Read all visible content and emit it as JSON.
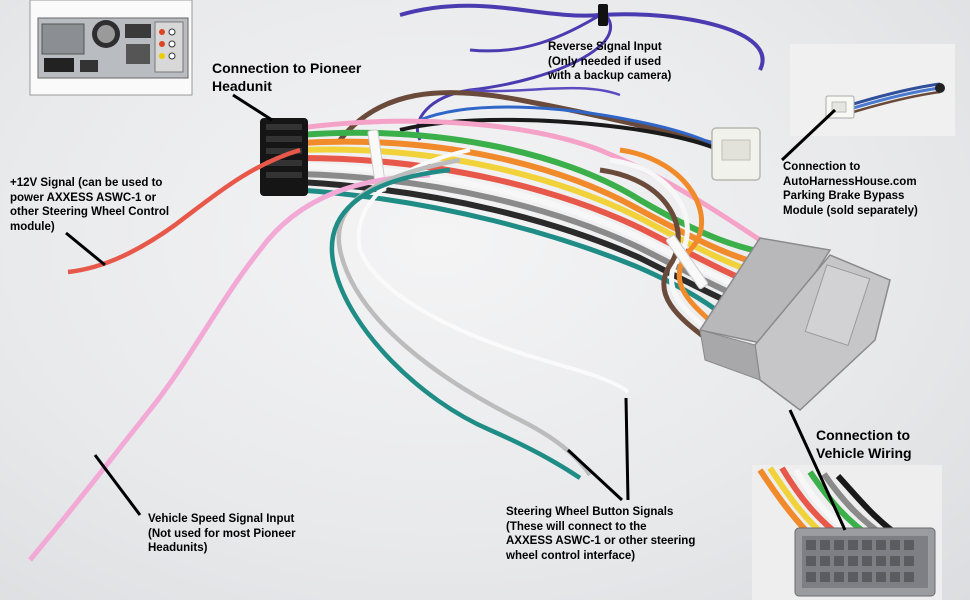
{
  "labels": {
    "pioneer": "Connection to Pioneer\nHeadunit",
    "reverse": "Reverse Signal Input\n(Only needed if used\nwith a backup camera)",
    "power12v": "+12V Signal (can be used to\npower AXXESS ASWC-1 or\nother Steering Wheel Control\nmodule)",
    "bypass": "Connection to\nAutoHarnessHouse.com\nParking Brake Bypass\nModule (sold separately)",
    "vehicle": "Connection to\nVehicle Wiring",
    "speed": "Vehicle Speed Signal Input\n(Not used for most Pioneer\nHeadunits)",
    "swc": "Steering Wheel Button Signals\n(These will connect to the\nAXXESS ASWC-1 or other steering\nwheel control interface)"
  },
  "wire_colors": {
    "red": "#e8584a",
    "pink": "#f2a9d6",
    "white": "#f7f7f7",
    "gray": "#bcbcbc",
    "teal": "#1f8c86",
    "brown": "#6a4a3a",
    "purple": "#4a3bb0",
    "orange": "#f08a2a",
    "yellow": "#f1d23a",
    "green": "#3bb04a",
    "blue": "#2f66c8",
    "black": "#1a1a1a"
  },
  "connector_colors": {
    "pioneer_plug": "#151515",
    "vehicle_plug": "#c6c6c8",
    "bypass_plug": "#f2f2ec"
  }
}
